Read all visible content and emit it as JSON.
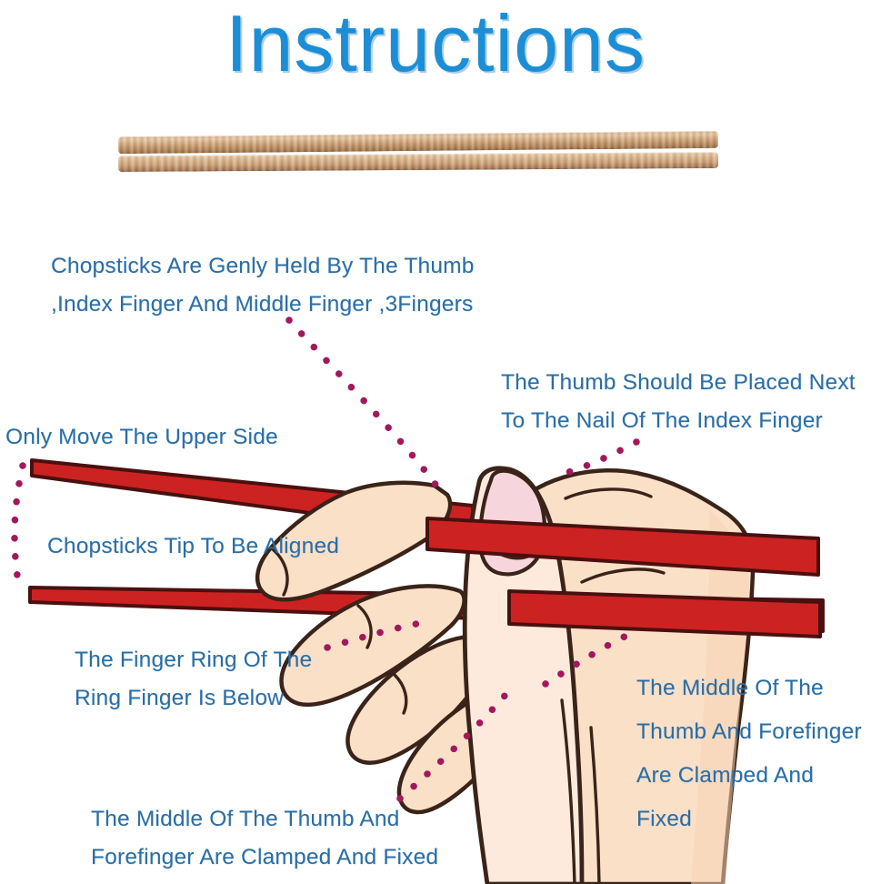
{
  "page": {
    "title": "Instructions",
    "background_color": "#ffffff",
    "title_color": "#1b8ed6",
    "label_color": "#2a6ea6",
    "leader_color": "#a3185c",
    "chopstick_color": "#cc2222",
    "chopstick_outline_color": "#4a1010",
    "skin_color": "#fbe0c8",
    "skin_shadow_color": "#f6d0ae",
    "nail_color": "#f6d5dd",
    "outline_color": "#3a2318",
    "wood_color": "#c99a6c"
  },
  "top_image": {
    "name": "wooden-chopsticks-photo",
    "description": "Pair of natural wooden chopsticks shown horizontally",
    "stick_count": 2
  },
  "illustration": {
    "name": "hand-holding-chopsticks-diagram",
    "description": "Cartoon hand gripping two red chopsticks, viewed from the side",
    "red_chopstick_count": 2,
    "leader_line_style": "dotted"
  },
  "labels": [
    {
      "id": "label-hold",
      "name": "callout-chopsticks-held",
      "lines": [
        "Chopsticks Are Genly Held By The Thumb",
        ",Index Finger And Middle Finger ,3Fingers"
      ]
    },
    {
      "id": "label-thumb-nail",
      "name": "callout-thumb-placement",
      "lines": [
        "The Thumb Should Be Placed Next",
        "To The Nail Of The Index Finger"
      ]
    },
    {
      "id": "label-upper",
      "name": "callout-only-move-upper",
      "lines": [
        "Only Move The Upper Side"
      ]
    },
    {
      "id": "label-tip",
      "name": "callout-tips-aligned",
      "lines": [
        "Chopsticks Tip To Be Aligned"
      ]
    },
    {
      "id": "label-ring",
      "name": "callout-ring-finger",
      "lines": [
        "The Finger Ring Of The",
        "Ring Finger Is Below"
      ]
    },
    {
      "id": "label-middle-r",
      "name": "callout-thumb-forefinger-clamped-right",
      "lines": [
        "The Middle Of The",
        "Thumb And Forefinger",
        "Are Clamped And",
        "Fixed"
      ]
    },
    {
      "id": "label-middle-b",
      "name": "callout-thumb-forefinger-clamped-bottom",
      "lines": [
        "The Middle Of The Thumb And",
        "Forefinger Are Clamped And Fixed"
      ]
    }
  ]
}
